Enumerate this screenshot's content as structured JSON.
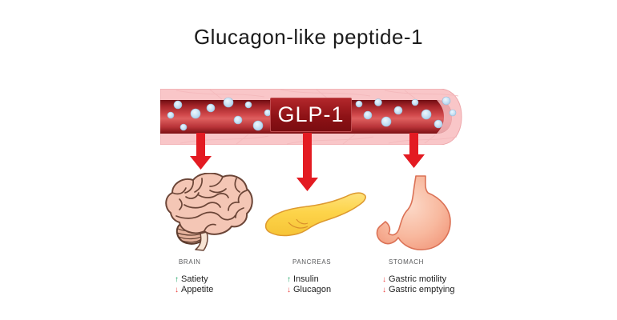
{
  "title": "Glucagon-like peptide-1",
  "vessel": {
    "label": "GLP-1",
    "wall_color": "#f9c6c8",
    "lumen_color": "#c23a3e",
    "badge_color": "#8e1216",
    "molecule_color": "#bcd9f0"
  },
  "arrow_color": "#e31b22",
  "organs": [
    {
      "name": "BRAIN",
      "effects": [
        {
          "arrow": "↑",
          "label": "Satiety",
          "color": "#12a15e"
        },
        {
          "arrow": "↓",
          "label": "Appetite",
          "color": "#e93f3d"
        }
      ]
    },
    {
      "name": "PANCREAS",
      "effects": [
        {
          "arrow": "↑",
          "label": "Insulin",
          "color": "#12a15e"
        },
        {
          "arrow": "↓",
          "label": "Glucagon",
          "color": "#e93f3d"
        }
      ]
    },
    {
      "name": "STOMACH",
      "effects": [
        {
          "arrow": "↓",
          "label": "Gastric motility",
          "color": "#e93f3d"
        },
        {
          "arrow": "↓",
          "label": "Gastric emptying",
          "color": "#e93f3d"
        }
      ]
    }
  ]
}
